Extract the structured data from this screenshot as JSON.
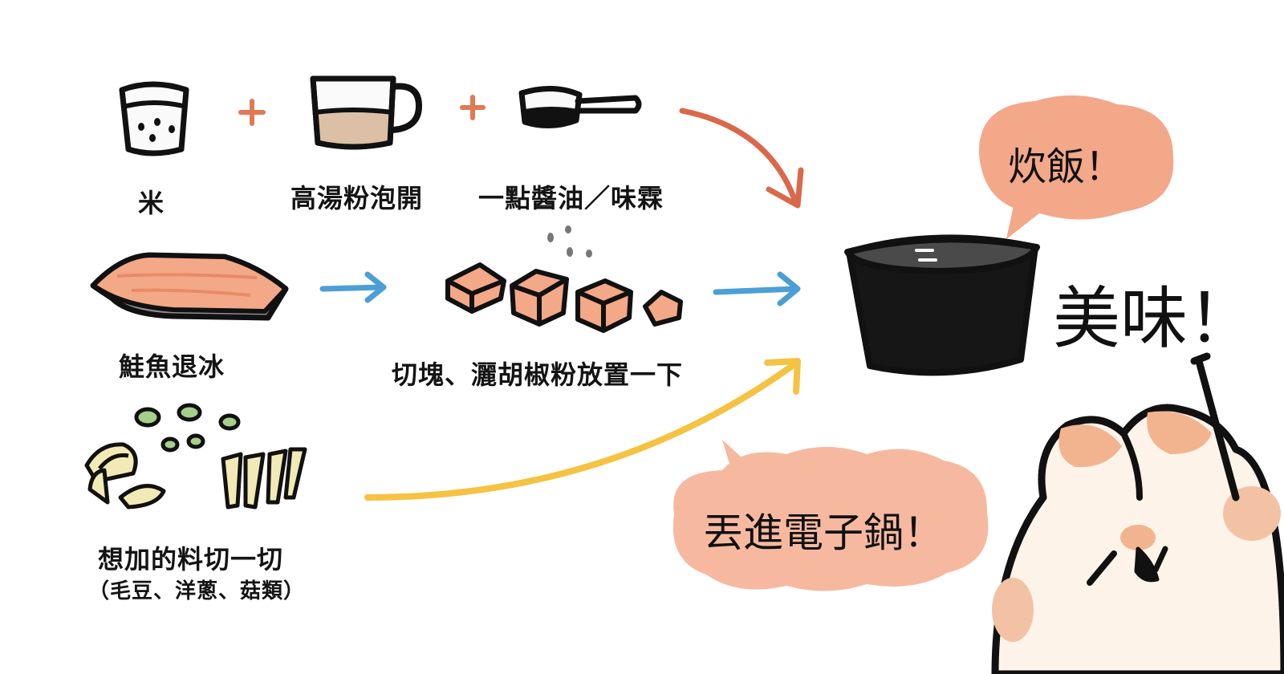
{
  "colors": {
    "orange_arrow": "#d9694a",
    "blue_arrow": "#4b9fd6",
    "yellow_arrow": "#f5c242",
    "bubble": "#f3a88a",
    "bubble_light": "#f6b9a0",
    "salmon": "#f3a888",
    "broth": "#dcc0a5",
    "edamame": "#a6cf8b",
    "mushroom": "#f2eab6",
    "pot": "#161616",
    "rabbit": "#fdf3e8",
    "rabbit_ear": "#f2b48f",
    "plus": "#e07a55"
  },
  "ingredients": {
    "rice": "米",
    "broth": "高湯粉泡開",
    "soy": "一點醬油／味霖"
  },
  "steps": {
    "salmon": "鮭魚退冰",
    "cut": "切塊、灑胡椒粉放置一下",
    "extras": "想加的料切一切",
    "extras_note": "（毛豆、洋蔥、菇類）"
  },
  "bubbles": {
    "cook": "炊飯！",
    "throw_in": "丟進電子鍋！"
  },
  "exclaim": "美味！",
  "icons": {
    "rice": "rice-cup-icon",
    "broth": "broth-mug-icon",
    "soy": "measuring-spoon-icon",
    "salmon": "salmon-fillet-icon",
    "cubes": "salmon-cubes-icon",
    "veg": "vegetables-icon",
    "pot": "rice-cooker-pot-icon",
    "rabbit": "rabbit-icon"
  }
}
